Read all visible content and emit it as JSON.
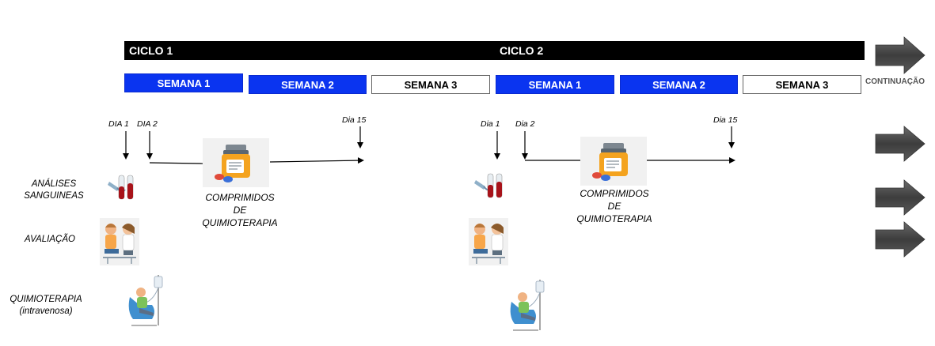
{
  "cycles": [
    {
      "label": "CICLO 1"
    },
    {
      "label": "CICLO 2"
    }
  ],
  "weeks": [
    "SEMANA 1",
    "SEMANA 2",
    "SEMANA 3"
  ],
  "continuation": "CONTINUAÇÃO",
  "cycle1_days": {
    "d1": "DIA 1",
    "d2": "DIA  2",
    "d15": "Dia 15"
  },
  "cycle2_days": {
    "d1": "Dia 1",
    "d2": "Dia 2",
    "d15": "Dia 15"
  },
  "pill_label": [
    "COMPRIMIDOS",
    "DE",
    "QUIMIOTERAPIA"
  ],
  "rows": {
    "blood": [
      "ANÁLISES",
      "SANGUINEAS"
    ],
    "evaluation": "AVALIAÇÃO",
    "chemo": [
      "QUIMIOTERAPIA",
      "(intravenosa)"
    ]
  },
  "colors": {
    "week_active": "#0a34f0",
    "bar": "#000000",
    "arrow": "#4a4a4a"
  },
  "icons": [
    "blood-tubes-icon",
    "pill-bottle-icon",
    "doctor-consult-icon",
    "iv-chemo-icon",
    "big-arrow-icon"
  ]
}
